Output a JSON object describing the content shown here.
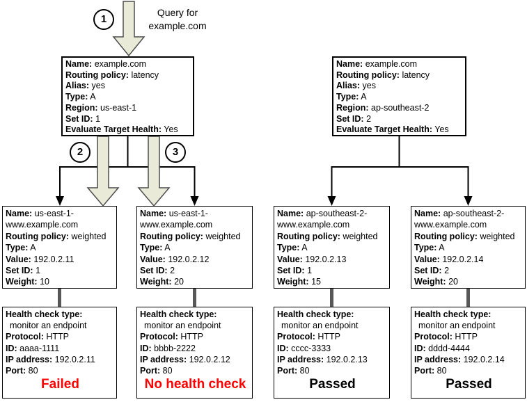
{
  "colors": {
    "arrow_fill": "#e9ead8",
    "arrow_outline": "#4d4d4d",
    "connector_black": "#000000",
    "health_bar_gray": "#585858",
    "status_failed_red": "#ff0000",
    "status_passed_black": "#000000"
  },
  "flow": {
    "step1": "1",
    "step2": "2",
    "step3": "3",
    "query_line1": "Query for",
    "query_line2": "example.com"
  },
  "latency_records": [
    {
      "fields": [
        [
          "Name:",
          "example.com"
        ],
        [
          "Routing policy:",
          "latency"
        ],
        [
          "Alias:",
          "yes"
        ],
        [
          "Type:",
          "A"
        ],
        [
          "Region:",
          "us-east-1"
        ],
        [
          "Set ID:",
          "1"
        ],
        [
          "Evaluate Target Health:",
          "Yes"
        ]
      ]
    },
    {
      "fields": [
        [
          "Name:",
          "example.com"
        ],
        [
          "Routing policy:",
          "latency"
        ],
        [
          "Alias:",
          "yes"
        ],
        [
          "Type:",
          "A"
        ],
        [
          "Region:",
          "ap-southeast-2"
        ],
        [
          "Set ID:",
          "2"
        ],
        [
          "Evaluate Target Health:",
          "Yes"
        ]
      ]
    }
  ],
  "weighted_records": [
    {
      "fields": [
        [
          "Name:",
          "us-east-1-www.example.com"
        ],
        [
          "Routing policy:",
          "weighted"
        ],
        [
          "Type:",
          "A"
        ],
        [
          "Value:",
          "192.0.2.11"
        ],
        [
          "Set ID:",
          "1"
        ],
        [
          "Weight:",
          "10"
        ]
      ]
    },
    {
      "fields": [
        [
          "Name:",
          "us-east-1-www.example.com"
        ],
        [
          "Routing policy:",
          "weighted"
        ],
        [
          "Type:",
          "A"
        ],
        [
          "Value:",
          "192.0.2.12"
        ],
        [
          "Set ID:",
          "2"
        ],
        [
          "Weight:",
          "20"
        ]
      ]
    },
    {
      "fields": [
        [
          "Name:",
          "ap-southeast-2-www.example.com"
        ],
        [
          "Routing policy:",
          "weighted"
        ],
        [
          "Type:",
          "A"
        ],
        [
          "Value:",
          "192.0.2.13"
        ],
        [
          "Set ID:",
          "1"
        ],
        [
          "Weight:",
          "15"
        ]
      ]
    },
    {
      "fields": [
        [
          "Name:",
          "ap-southeast-2-www.example.com"
        ],
        [
          "Routing policy:",
          "weighted"
        ],
        [
          "Type:",
          "A"
        ],
        [
          "Value:",
          "192.0.2.14"
        ],
        [
          "Set ID:",
          "2"
        ],
        [
          "Weight:",
          "20"
        ]
      ]
    }
  ],
  "health_checks": [
    {
      "fields": [
        [
          "Health check type:",
          ""
        ],
        [
          "",
          "monitor an endpoint"
        ],
        [
          "Protocol:",
          "HTTP"
        ],
        [
          "ID:",
          "aaaa-1111"
        ],
        [
          "IP address:",
          "192.0.2.11"
        ],
        [
          "Port:",
          "80"
        ]
      ],
      "status": "Failed",
      "status_style": "color:#ff0000"
    },
    {
      "fields": [
        [
          "Health check type:",
          ""
        ],
        [
          "",
          "monitor an endpoint"
        ],
        [
          "Protocol:",
          "HTTP"
        ],
        [
          "ID:",
          "bbbb-2222"
        ],
        [
          "IP address:",
          "192.0.2.12"
        ],
        [
          "Port:",
          "80"
        ]
      ],
      "status": "No health check",
      "status_style": "color:#ff0000"
    },
    {
      "fields": [
        [
          "Health check type:",
          ""
        ],
        [
          "",
          "monitor an endpoint"
        ],
        [
          "Protocol:",
          "HTTP"
        ],
        [
          "ID:",
          "cccc-3333"
        ],
        [
          "IP address:",
          "192.0.2.13"
        ],
        [
          "Port:",
          "80"
        ]
      ],
      "status": "Passed",
      "status_style": "color:#000000"
    },
    {
      "fields": [
        [
          "Health check type:",
          ""
        ],
        [
          "",
          "monitor an endpoint"
        ],
        [
          "Protocol:",
          "HTTP"
        ],
        [
          "ID:",
          "dddd-4444"
        ],
        [
          "IP address:",
          "192.0.2.14"
        ],
        [
          "Port:",
          "80"
        ]
      ],
      "status": "Passed",
      "status_style": "color:#000000"
    }
  ]
}
